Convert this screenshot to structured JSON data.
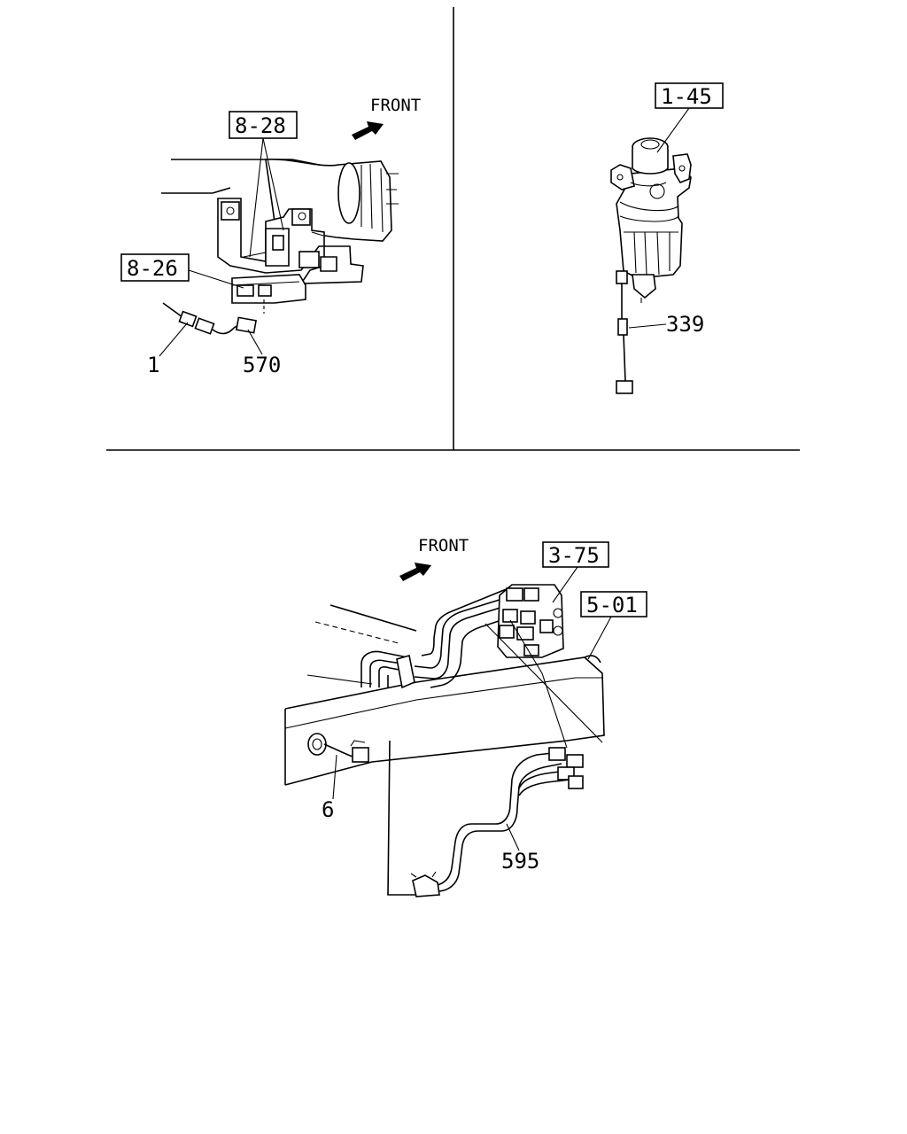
{
  "panel_top_left": {
    "front_label": "FRONT",
    "refs": [
      "8-28",
      "8-26"
    ],
    "callouts": [
      "1",
      "570"
    ]
  },
  "panel_top_right": {
    "refs": [
      "1-45"
    ],
    "callouts": [
      "339"
    ]
  },
  "panel_bottom": {
    "front_label": "FRONT",
    "refs": [
      "3-75",
      "5-01"
    ],
    "callouts": [
      "6",
      "595"
    ]
  },
  "icons": {
    "front_arrow": "front-arrow-icon"
  },
  "colors": {
    "ink": "#000000",
    "paper": "#ffffff"
  }
}
